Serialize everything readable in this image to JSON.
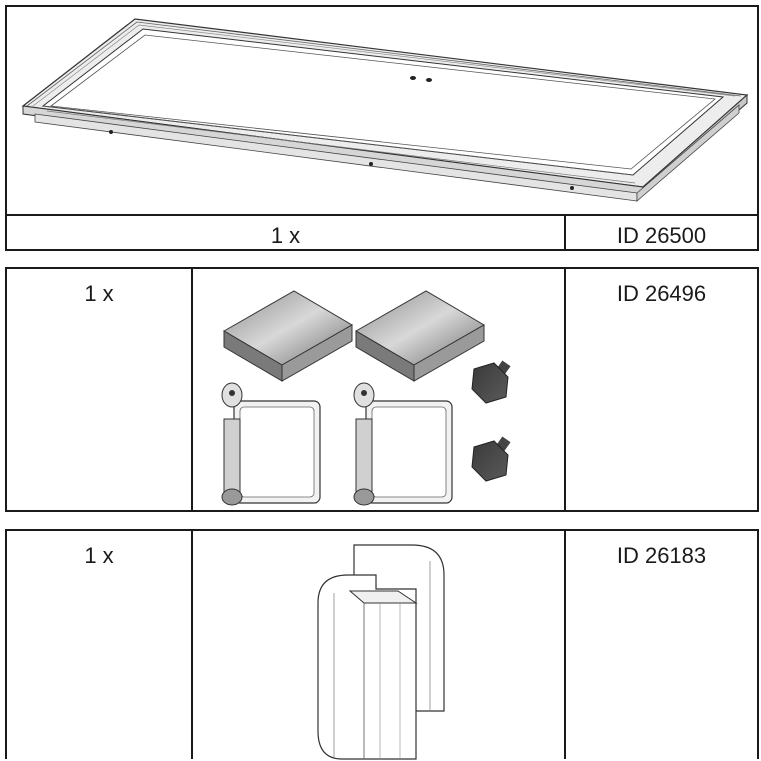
{
  "rows": [
    {
      "qty": "1 x",
      "id": "ID 26500"
    },
    {
      "qty": "1 x",
      "id": "ID 26496"
    },
    {
      "qty": "1 x",
      "id": "ID 26183"
    }
  ]
}
